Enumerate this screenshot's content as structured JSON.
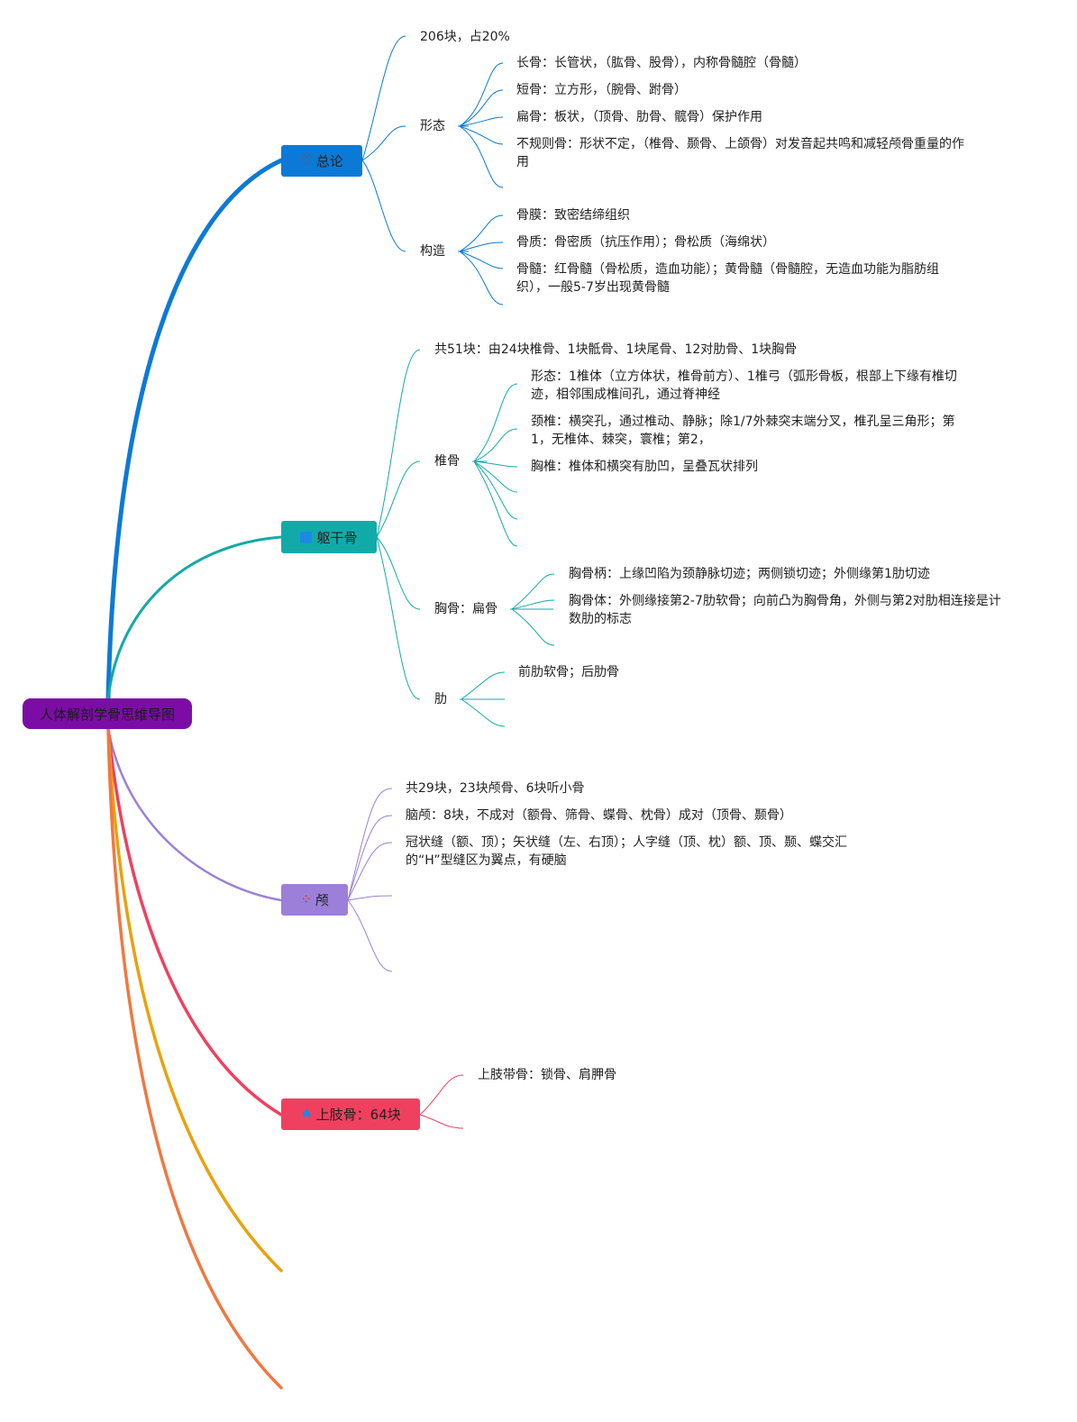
{
  "root": {
    "label": "人体解剖学骨思维导图"
  },
  "branches": {
    "zonglun": {
      "label": "总论",
      "icon": "heart-icon"
    },
    "qugan": {
      "label": "躯干骨",
      "icon": "square-icon"
    },
    "lu": {
      "label": "颅",
      "icon": "sparkle-icon"
    },
    "shangzhi": {
      "label": "上肢骨：64块",
      "icon": "drop-icon"
    }
  },
  "zonglun": {
    "count": "206块，占20%",
    "xingtai": {
      "label": "形态",
      "items": [
        "长骨：长管状，（肱骨、股骨），内称骨髓腔（骨髓）",
        "短骨：立方形，（腕骨、跗骨）",
        "扁骨：板状，（顶骨、肋骨、髋骨）保护作用",
        "不规则骨：形状不定，（椎骨、颞骨、上颌骨）对发音起共鸣和减轻颅骨重量的作用"
      ]
    },
    "gouzao": {
      "label": "构造",
      "items": [
        "骨膜：致密结缔组织",
        "骨质：骨密质（抗压作用）；骨松质（海绵状）",
        "骨髓：红骨髓（骨松质，造血功能）；黄骨髓（骨髓腔，无造血功能为脂肪组织），一般5-7岁出现黄骨髓"
      ]
    }
  },
  "qugan": {
    "count": "共51块：由24块椎骨、1块骶骨、1块尾骨、12对肋骨、1块胸骨",
    "zhuigu": {
      "label": "椎骨",
      "items": [
        "形态：1椎体（立方体状，椎骨前方）、1椎弓（弧形骨板，根部上下缘有椎切迹，相邻围成椎间孔，通过脊神经",
        "颈椎：横突孔，通过椎动、静脉；除1/7外棘突末端分叉，椎孔呈三角形；第1，无椎体、棘突，寰椎；第2，",
        "胸椎：椎体和横突有肋凹，呈叠瓦状排列"
      ]
    },
    "xionggu": {
      "label": "胸骨：扁骨",
      "items": [
        "胸骨柄：上缘凹陷为颈静脉切迹；两侧锁切迹；外侧缘第1肋切迹",
        "胸骨体：外侧缘接第2-7肋软骨；向前凸为胸骨角，外侧与第2对肋相连接是计数肋的标志"
      ]
    },
    "lei": {
      "label": "肋",
      "items": [
        "前肋软骨；后肋骨"
      ]
    }
  },
  "lu": {
    "items": [
      "共29块，23块颅骨、6块听小骨",
      "脑颅：8块，不成对（额骨、筛骨、蝶骨、枕骨）成对（顶骨、颞骨）",
      "冠状缝（额、顶）；矢状缝（左、右顶）；人字缝（顶、枕）额、顶、颞、蝶交汇的“H”型缝区为翼点，有硬脑"
    ]
  },
  "shangzhi": {
    "items": [
      "上肢带骨：锁骨、肩胛骨"
    ]
  },
  "colors": {
    "root": "#7b0da6",
    "zonglun": "#0b7ad6",
    "qugan": "#12aaa8",
    "lu": "#9c7fd9",
    "shangzhi": "#f0405f",
    "extra_yellow": "#e8a20c",
    "extra_orange": "#f07840"
  }
}
